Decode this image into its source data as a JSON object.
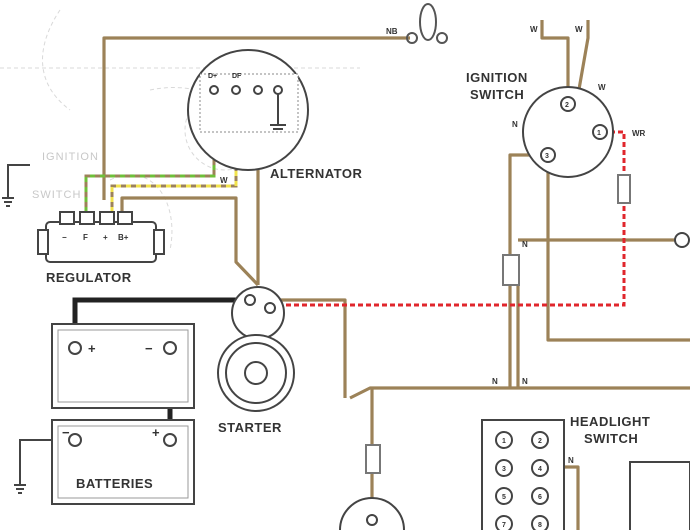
{
  "labels": {
    "ignition_switch": [
      "IGNITION",
      "SWITCH"
    ],
    "alternator": "ALTERNATOR",
    "regulator": "REGULATOR",
    "starter": "STARTER",
    "batteries": "BATTERIES",
    "headlight_switch": [
      "HEADLIGHT",
      "SWITCH"
    ],
    "ghost_ignition": "IGNITION",
    "ghost_switch": "SWITCH"
  },
  "wire_codes": {
    "nb": "NB",
    "w1": "W",
    "w2": "W",
    "w3": "W",
    "wr": "WR",
    "n_ign": "N",
    "n_fuse": "N",
    "n_lower1": "N",
    "n_lower2": "N",
    "n_head": "N",
    "alt_w": "W"
  },
  "terminals": {
    "ign_2": "2",
    "ign_1": "1",
    "ign_3": "3",
    "reg_neg": "−",
    "reg_f": "F",
    "reg_plus": "+",
    "reg_bplus": "B+",
    "batt1_pos": "+",
    "batt1_neg": "−",
    "batt2_neg": "−",
    "batt2_pos": "+",
    "alt_d": "D+",
    "alt_f": "DF"
  },
  "headlight_terminals": [
    "1",
    "2",
    "3",
    "4",
    "5",
    "6",
    "7",
    "8"
  ],
  "colors": {
    "brown_wire": "#9c8258",
    "red_wire": "#e0262c",
    "black_wire": "#222222",
    "outline": "#444444"
  }
}
